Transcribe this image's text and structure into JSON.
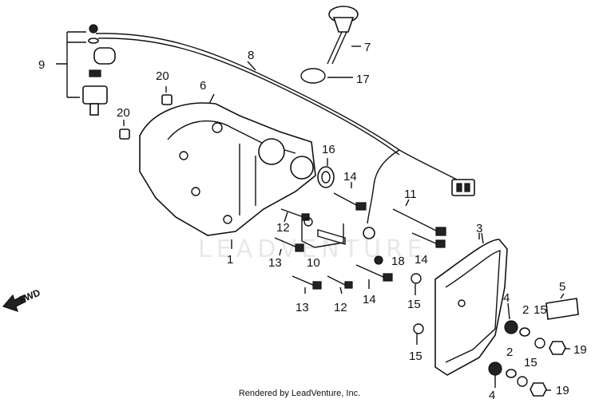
{
  "footer": "Rendered by LeadVenture, Inc.",
  "watermark": "LEADVENTURE",
  "fwd_label": "FWD",
  "callouts": {
    "c1": "1",
    "c2a": "2",
    "c2b": "2",
    "c3": "3",
    "c4a": "4",
    "c4b": "4",
    "c5": "5",
    "c6": "6",
    "c7": "7",
    "c8": "8",
    "c9": "9",
    "c10": "10",
    "c11": "11",
    "c12a": "12",
    "c12b": "12",
    "c13a": "13",
    "c13b": "13",
    "c14a": "14",
    "c14b": "14",
    "c14c": "14",
    "c15a": "15",
    "c15b": "15",
    "c15c": "15",
    "c15d": "15",
    "c16": "16",
    "c17": "17",
    "c18": "18",
    "c19a": "19",
    "c19b": "19",
    "c20a": "20",
    "c20b": "20"
  }
}
